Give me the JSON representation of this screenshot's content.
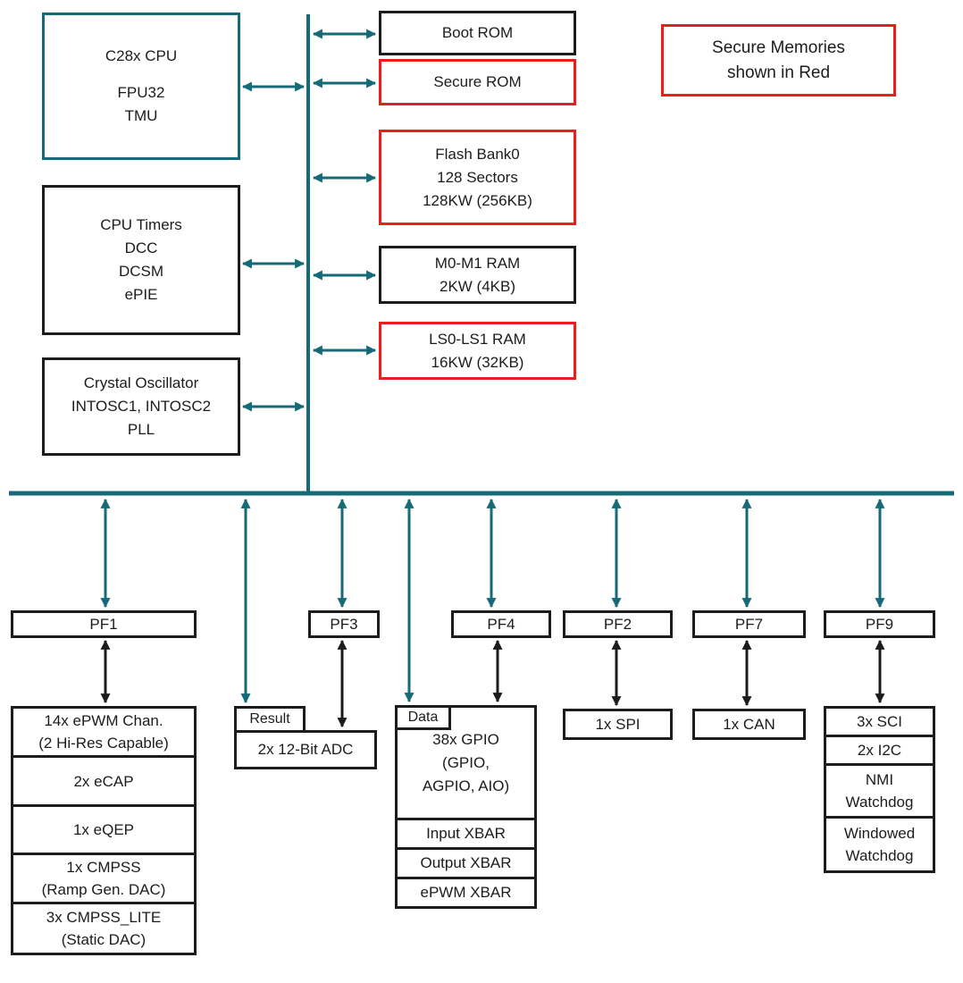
{
  "colors": {
    "teal": "#156A78",
    "red": "#E8201D",
    "ink": "#1C1C1C"
  },
  "cpu_box": {
    "lines": [
      "C28x CPU",
      "FPU32",
      "TMU"
    ]
  },
  "timers_box": {
    "lines": [
      "CPU Timers",
      "DCC",
      "DCSM",
      "ePIE"
    ]
  },
  "osc_box": {
    "lines": [
      "Crystal Oscillator",
      "INTOSC1, INTOSC2",
      "PLL"
    ]
  },
  "memories": {
    "boot_rom": "Boot ROM",
    "secure_rom": "Secure ROM",
    "flash": {
      "lines": [
        "Flash Bank0",
        "128 Sectors",
        "128KW (256KB)"
      ]
    },
    "m0m1_ram": {
      "lines": [
        "M0-M1 RAM",
        "2KW (4KB)"
      ]
    },
    "ls_ram": {
      "lines": [
        "LS0-LS1 RAM",
        "16KW (32KB)"
      ]
    }
  },
  "legend": {
    "lines": [
      "Secure Memories",
      "shown in Red"
    ]
  },
  "pf_labels": {
    "pf1": "PF1",
    "pf3": "PF3",
    "pf4": "PF4",
    "pf2": "PF2",
    "pf7": "PF7",
    "pf9": "PF9"
  },
  "pf1_stack": {
    "epwm": {
      "lines": [
        "14x ePWM Chan.",
        "(2 Hi-Res Capable)"
      ]
    },
    "ecap": "2x eCAP",
    "eqep": "1x eQEP",
    "cmpss": {
      "lines": [
        "1x CMPSS",
        "(Ramp Gen. DAC)"
      ]
    },
    "cmpss_lite": {
      "lines": [
        "3x CMPSS_LITE",
        "(Static DAC)"
      ]
    }
  },
  "adc": {
    "tab": "Result",
    "label": "2x 12-Bit ADC"
  },
  "gpio_block": {
    "tab": "Data",
    "gpio": {
      "lines": [
        "38x GPIO",
        "(GPIO,",
        "AGPIO, AIO)"
      ]
    },
    "xbars": [
      "Input XBAR",
      "Output XBAR",
      "ePWM XBAR"
    ]
  },
  "spi": "1x SPI",
  "can": "1x CAN",
  "pf9_stack": {
    "sci": "3x SCI",
    "i2c": "2x I2C",
    "nmi_wd": {
      "lines": [
        "NMI",
        "Watchdog"
      ]
    },
    "win_wd": {
      "lines": [
        "Windowed",
        "Watchdog"
      ]
    }
  }
}
